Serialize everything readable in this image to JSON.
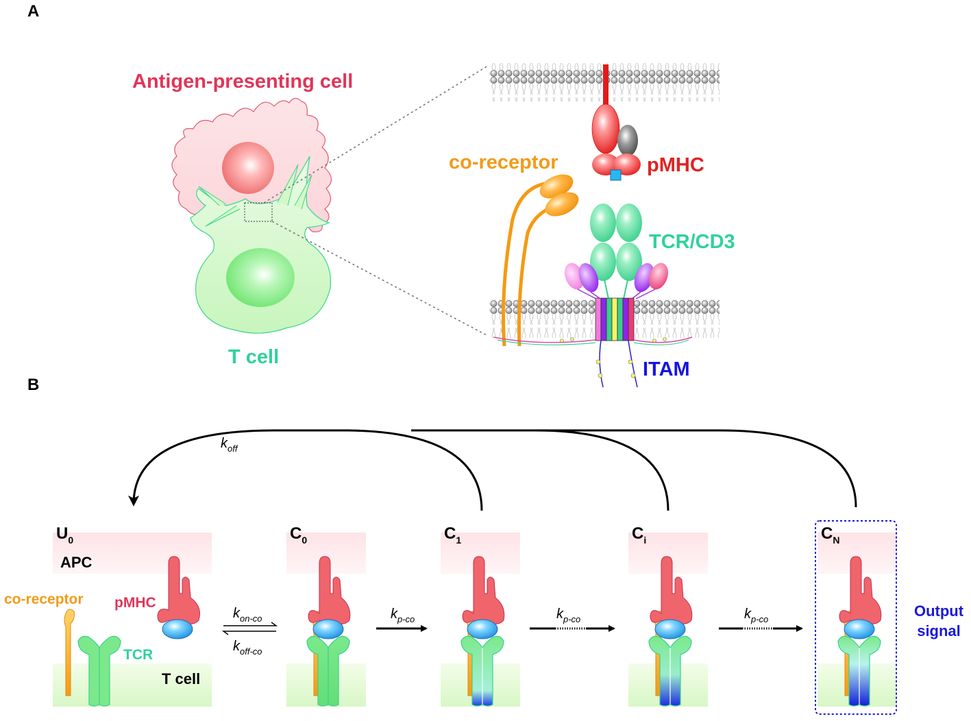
{
  "panel_a": {
    "label": "A",
    "apc_label": "Antigen-presenting cell",
    "tcell_label": "T cell",
    "coreceptor_label": "co-receptor",
    "pmhc_label": "pMHC",
    "tcr_label": "TCR/CD3",
    "itam_label": "ITAM"
  },
  "panel_b": {
    "label": "B",
    "koff": {
      "k": "k",
      "sub": "off"
    },
    "kon_co": {
      "k": "k",
      "sub": "on-co"
    },
    "koff_co": {
      "k": "k",
      "sub": "off-co"
    },
    "kp_co": {
      "k": "k",
      "sub": "p-co"
    },
    "apc_label": "APC",
    "tcell_label": "T cell",
    "coreceptor_label": "co-receptor",
    "pmhc_label": "pMHC",
    "tcr_label": "TCR",
    "output_line1": "Output",
    "output_line2": "signal",
    "states": [
      {
        "main": "U",
        "sub": "0"
      },
      {
        "main": "C",
        "sub": "0"
      },
      {
        "main": "C",
        "sub": "1"
      },
      {
        "main": "C",
        "sub": "i"
      },
      {
        "main": "C",
        "sub": "N"
      }
    ]
  },
  "colors": {
    "apc_red": "#e03558",
    "tcell_green": "#2fd29a",
    "coreceptor_orange": "#f39a1a",
    "pmhc_red": "#e22222",
    "itam_blue": "#1515e0",
    "output_blue": "#1a1ad8"
  }
}
